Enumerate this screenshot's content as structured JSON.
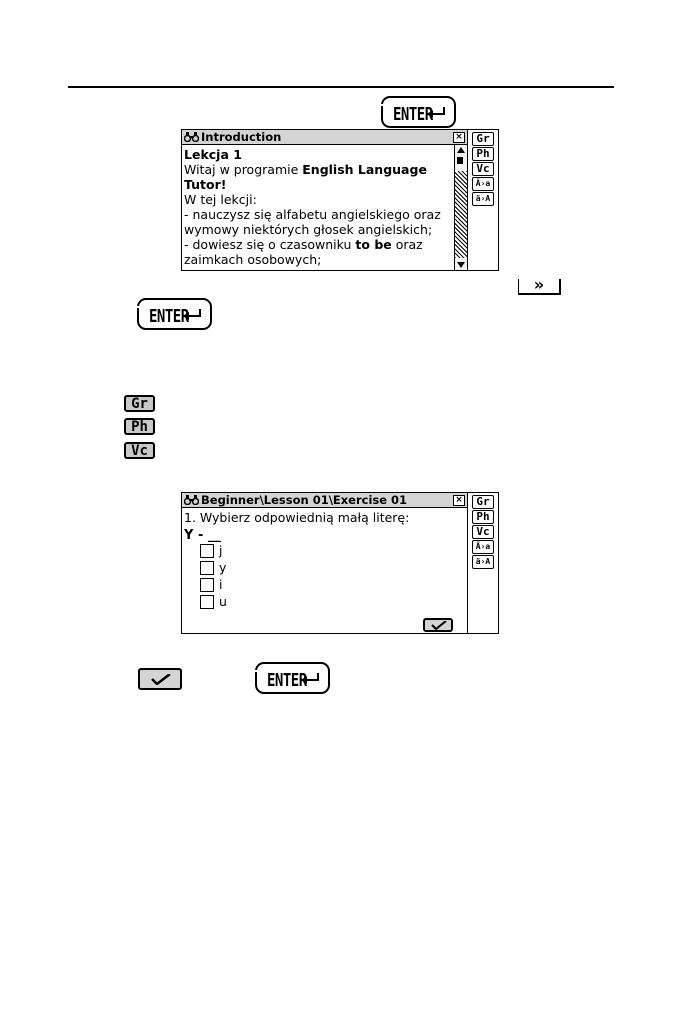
{
  "page": {
    "enter_key_label": "ENTER"
  },
  "screen1": {
    "title": "Introduction",
    "close_glyph": "×",
    "sidebar": [
      "Gr",
      "Ph",
      "Vc",
      "Ä›a",
      "ä›A"
    ],
    "lines": [
      {
        "parts": [
          {
            "t": "Lekcja 1",
            "b": true
          }
        ]
      },
      {
        "parts": [
          {
            "t": "Witaj w programie ",
            "b": false
          },
          {
            "t": "English Language",
            "b": true
          }
        ]
      },
      {
        "parts": [
          {
            "t": "Tutor!",
            "b": true
          }
        ]
      },
      {
        "parts": [
          {
            "t": "W tej lekcji:",
            "b": false
          }
        ]
      },
      {
        "parts": [
          {
            "t": "- nauczysz się alfabetu angielskiego oraz",
            "b": false
          }
        ]
      },
      {
        "parts": [
          {
            "t": "wymowy niektórych głosek angielskich;",
            "b": false
          }
        ]
      },
      {
        "parts": [
          {
            "t": "- dowiesz się o czasowniku ",
            "b": false
          },
          {
            "t": "to be",
            "b": true
          },
          {
            "t": " oraz",
            "b": false
          }
        ]
      },
      {
        "parts": [
          {
            "t": "zaimkach osobowych;",
            "b": false
          }
        ]
      }
    ]
  },
  "next_button_label": "»",
  "legend_icons": [
    "Gr",
    "Ph",
    "Vc"
  ],
  "screen2": {
    "title": "Beginner\\Lesson 01\\Exercise 01",
    "close_glyph": "×",
    "sidebar": [
      "Gr",
      "Ph",
      "Vc",
      "Ä›a",
      "ä›A"
    ],
    "question": "1. Wybierz odpowiednią małą literę:",
    "prompt": "Y - __",
    "options": [
      "j",
      "y",
      "i",
      "u"
    ]
  }
}
